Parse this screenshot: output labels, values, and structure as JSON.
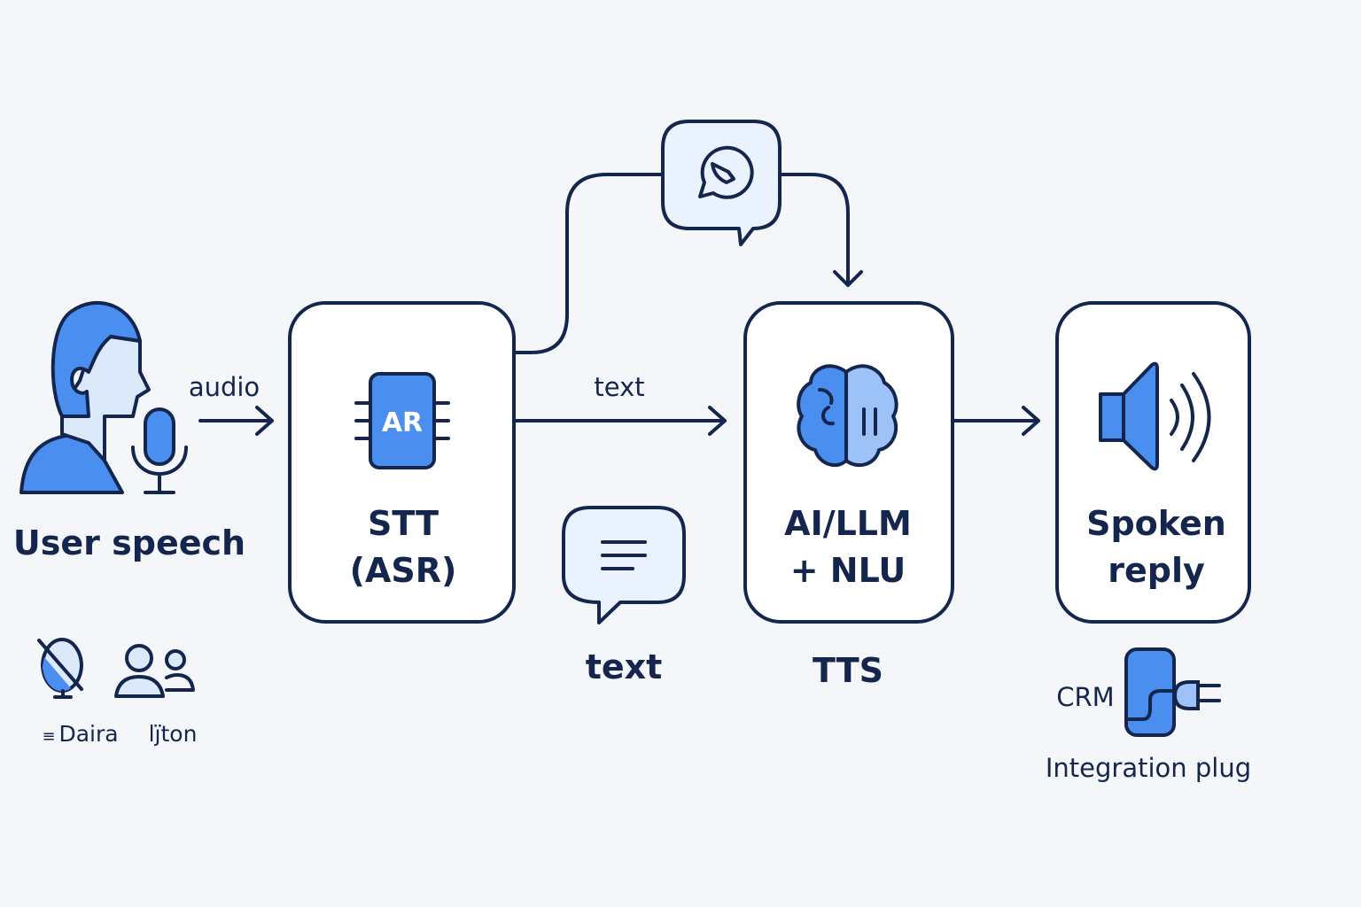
{
  "colors": {
    "background": "#f4f6fa",
    "outline": "#14264d",
    "accent": "#4a8ef0",
    "light_fill": "#dbe9fb"
  },
  "user": {
    "label": "User speech",
    "icons": [
      "person-icon",
      "microphone-icon"
    ]
  },
  "edges": {
    "audio": "audio",
    "text_main": "text"
  },
  "stt": {
    "line1": "STT",
    "line2": "(ASR)",
    "chip_label": "AR"
  },
  "whatsapp": {
    "icon": "whatsapp-icon"
  },
  "chat": {
    "label": "text",
    "icon": "chat-bubble-icon"
  },
  "llm": {
    "line1": "AI/LLM",
    "line2": "+ NLU",
    "below": "TTS",
    "icon": "brain-icon"
  },
  "reply": {
    "line1": "Spoken",
    "line2": "reply",
    "icon": "speaker-icon"
  },
  "crm": {
    "label": "CRM",
    "caption": "Integration plug",
    "icon": "plug-icon"
  },
  "legend": {
    "item1": "Daira",
    "item1_prefix": "≡",
    "item2": "lj̈ton"
  }
}
